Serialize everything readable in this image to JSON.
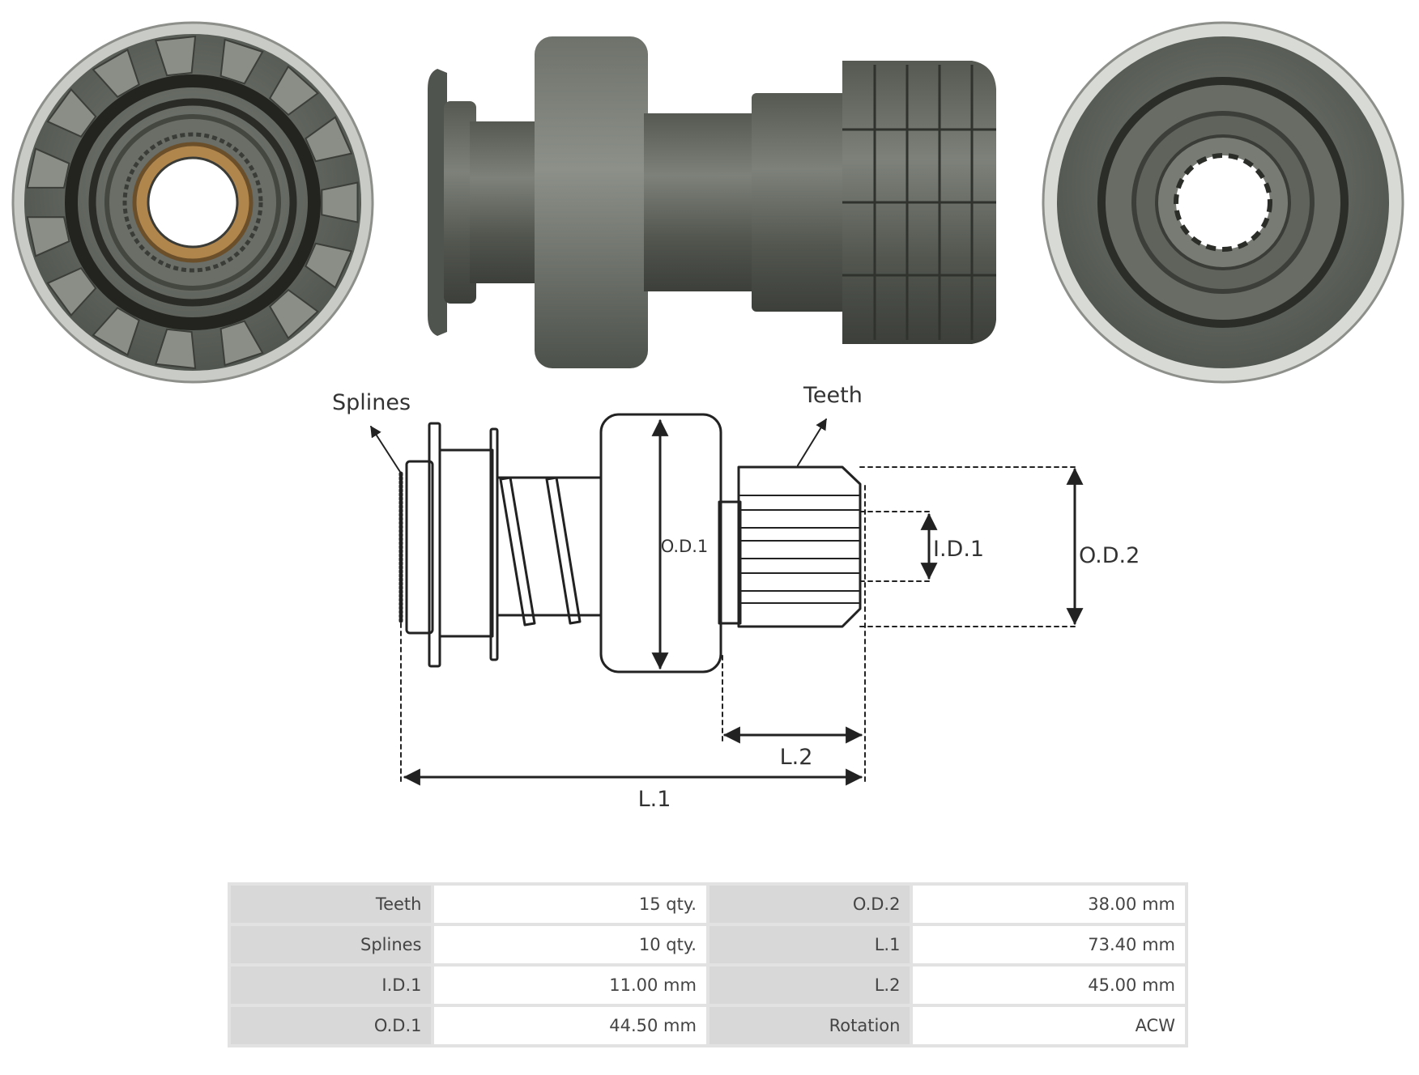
{
  "diagram": {
    "callouts": {
      "splines": "Splines",
      "teeth": "Teeth"
    },
    "dimensions": {
      "od1": "O.D.1",
      "id1": "I.D.1",
      "od2": "O.D.2",
      "l1": "L.1",
      "l2": "L.2"
    }
  },
  "specs": {
    "rows": [
      {
        "label_left": "Teeth",
        "value_left": "15 qty.",
        "label_right": "O.D.2",
        "value_right": "38.00 mm"
      },
      {
        "label_left": "Splines",
        "value_left": "10 qty.",
        "label_right": "L.1",
        "value_right": "73.40 mm"
      },
      {
        "label_left": "I.D.1",
        "value_left": "11.00 mm",
        "label_right": "L.2",
        "value_right": "45.00 mm"
      },
      {
        "label_left": "O.D.1",
        "value_left": "44.50 mm",
        "label_right": "Rotation",
        "value_right": "ACW"
      }
    ]
  },
  "colors": {
    "metal": "#5e625b",
    "metal_dark": "#3f423d",
    "bearing": "#b0864d",
    "line": "#222222"
  }
}
